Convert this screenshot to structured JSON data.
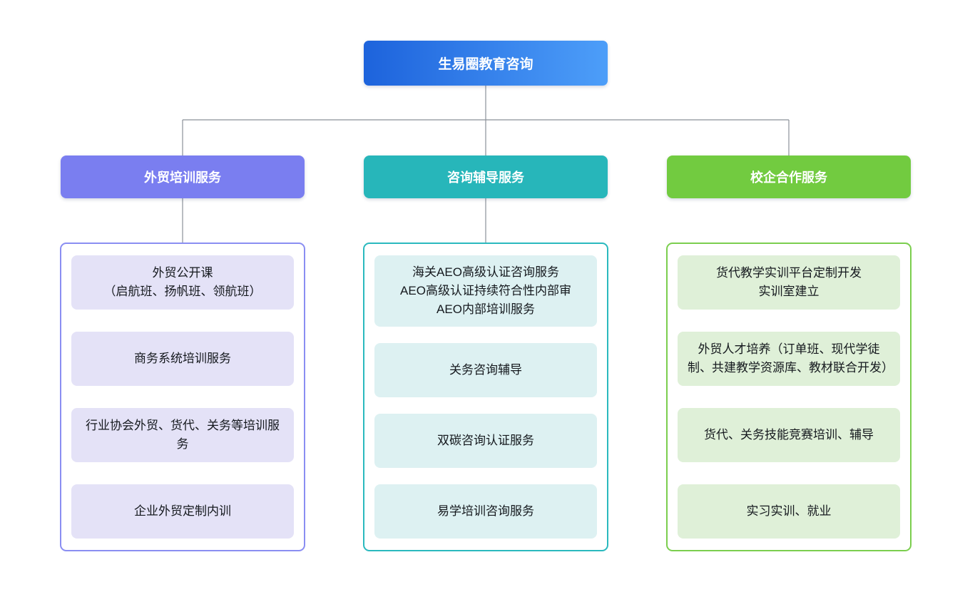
{
  "diagram": {
    "connector_color": "#8b9199",
    "root": {
      "label": "生易圈教育咨询",
      "gradient_start": "#1d63dc",
      "gradient_end": "#4d9ef9"
    },
    "branches": [
      {
        "header": {
          "label": "外贸培训服务",
          "color": "#7a7ef0"
        },
        "panel": {
          "border_color": "#8a8ef2",
          "item_bg": "#e4e2f7"
        },
        "items": [
          {
            "lines": [
              "外贸公开课",
              "（启航班、扬帆班、领航班）"
            ]
          },
          {
            "lines": [
              "商务系统培训服务"
            ]
          },
          {
            "lines": [
              "行业协会外贸、货代、关务等培训服务"
            ]
          },
          {
            "lines": [
              "企业外贸定制内训"
            ]
          }
        ]
      },
      {
        "header": {
          "label": "咨询辅导服务",
          "color": "#27b6ba"
        },
        "panel": {
          "border_color": "#2ab9be",
          "item_bg": "#ddf1f2"
        },
        "items": [
          {
            "lines": [
              "海关AEO高级认证咨询服务",
              "AEO高级认证持续符合性内部审",
              "AEO内部培训服务"
            ]
          },
          {
            "lines": [
              "关务咨询辅导"
            ]
          },
          {
            "lines": [
              "双碳咨询认证服务"
            ]
          },
          {
            "lines": [
              "易学培训咨询服务"
            ]
          }
        ]
      },
      {
        "header": {
          "label": "校企合作服务",
          "color": "#72cb40"
        },
        "panel": {
          "border_color": "#7bce4e",
          "item_bg": "#dff0d8"
        },
        "items": [
          {
            "lines": [
              "货代教学实训平台定制开发",
              "实训室建立"
            ]
          },
          {
            "lines": [
              "外贸人才培养（订单班、现代学徒制、共建教学资源库、教材联合开发）"
            ]
          },
          {
            "lines": [
              "货代、关务技能竞赛培训、辅导"
            ]
          },
          {
            "lines": [
              "实习实训、就业"
            ]
          }
        ]
      }
    ]
  }
}
